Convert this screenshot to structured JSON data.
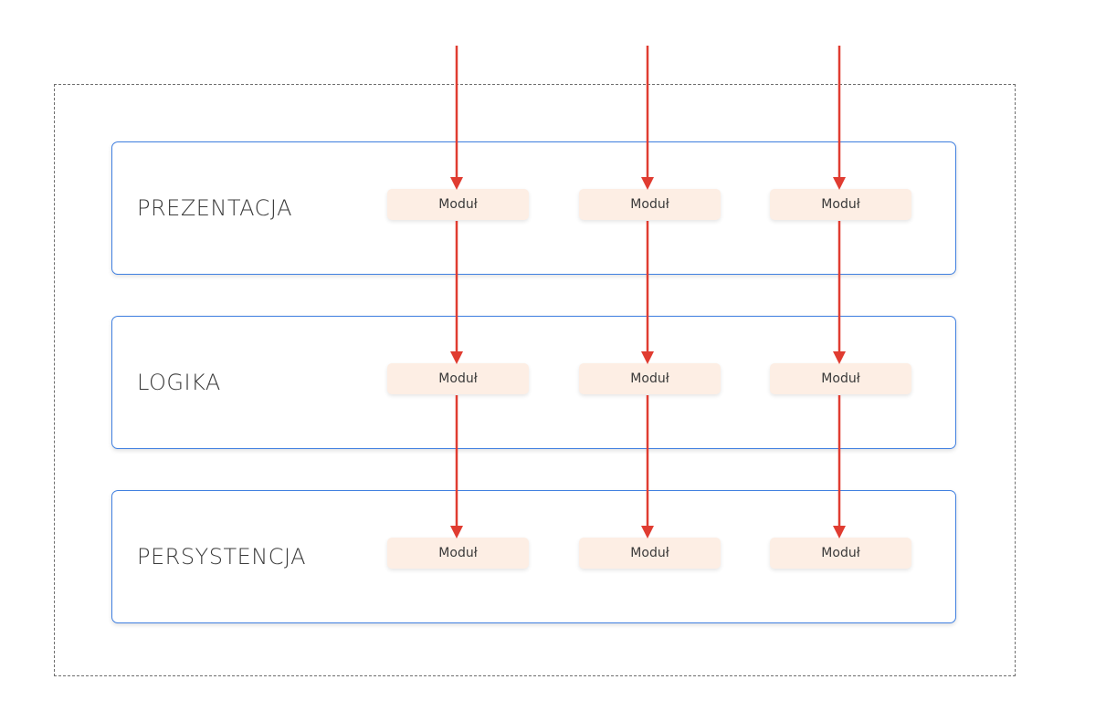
{
  "layers": [
    {
      "label": "PREZENTACJA",
      "modules": [
        "Moduł",
        "Moduł",
        "Moduł"
      ]
    },
    {
      "label": "LOGIKA",
      "modules": [
        "Moduł",
        "Moduł",
        "Moduł"
      ]
    },
    {
      "label": "PERSYSTENCJA",
      "modules": [
        "Moduł",
        "Moduł",
        "Moduł"
      ]
    }
  ],
  "colors": {
    "arrow": "#e03c31",
    "layer_border": "#3f7fe0",
    "module_fill": "#fdeee4",
    "boundary": "#6e6e6e"
  }
}
